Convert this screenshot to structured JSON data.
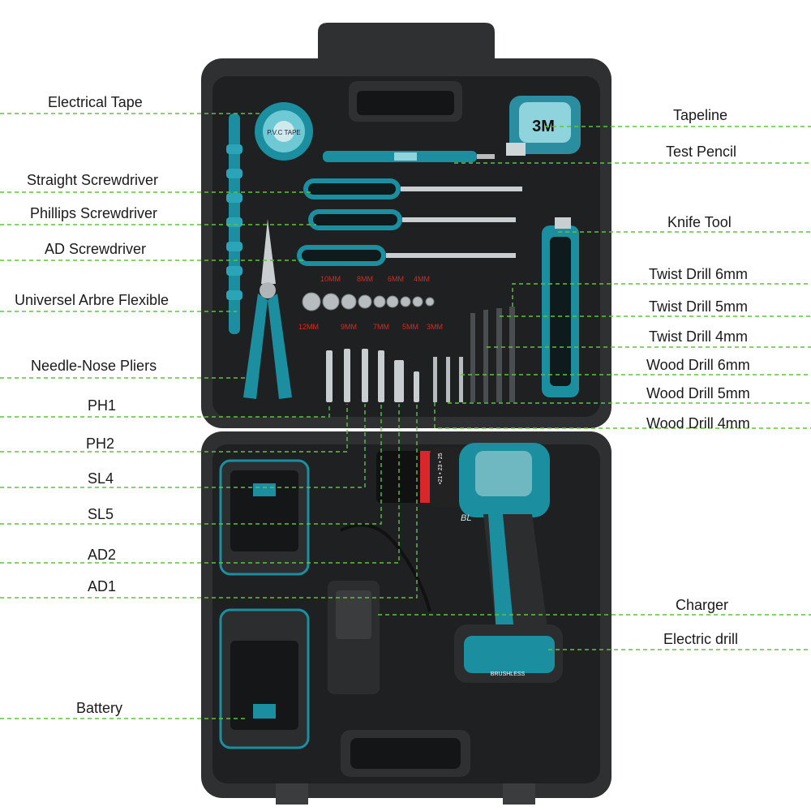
{
  "left_labels": [
    "Electrical Tape",
    "Straight Screwdriver",
    "Phillips Screwdriver",
    "AD Screwdriver",
    "Universel Arbre Flexible",
    "Needle-Nose Pliers",
    "PH1",
    "PH2",
    "SL4",
    "SL5",
    "AD2",
    "AD1",
    "Battery"
  ],
  "right_labels": [
    "Tapeline",
    "Test Pencil",
    "Knife Tool",
    "Twist Drill 6mm",
    "Twist Drill 5mm",
    "Twist Drill 4mm",
    "Wood Drill 6mm",
    "Wood Drill 5mm",
    "Wood Drill 4mm",
    "Charger",
    "Electric drill"
  ],
  "socket_sizes_top": [
    "10MM",
    "8MM",
    "6MM",
    "4MM"
  ],
  "socket_sizes_bottom": [
    "12MM",
    "9MM",
    "7MM",
    "5MM",
    "3MM"
  ],
  "tape_measure_text": "3M",
  "electrical_tape_text": "P.V.C TAPE",
  "drill_badge_text": "BL",
  "drill_torque_text": "•21 • 23 • 25",
  "drill_brand_text": "BRUSHLESS",
  "colors": {
    "leader_line": "#5fc43a",
    "case": "#2b2d2f",
    "case_inner": "#1e1f21",
    "accent_teal": "#1b8fa0",
    "socket_label": "#e0261b"
  }
}
